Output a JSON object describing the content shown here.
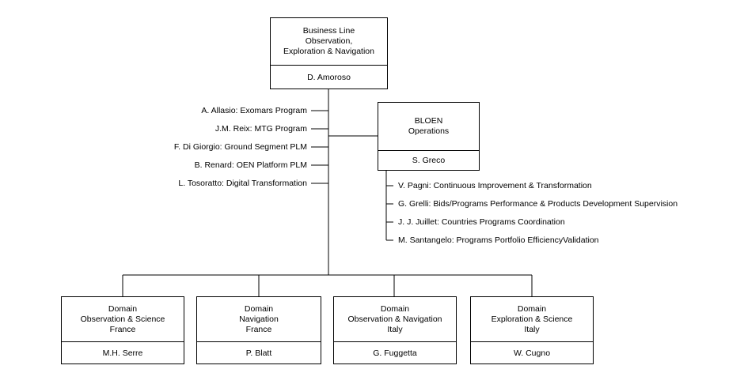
{
  "top": {
    "title": "Business Line\nObservation,\nExploration & Navigation",
    "name": "D. Amoroso"
  },
  "ops": {
    "title": "BLOEN\nOperations",
    "name": "S. Greco"
  },
  "staff_left": [
    "A. Allasio: Exomars Program",
    "J.M. Reix: MTG Program",
    "F. Di Giorgio: Ground Segment PLM",
    "B. Renard: OEN Platform PLM",
    "L. Tosoratto: Digital Transformation"
  ],
  "staff_ops": [
    "V. Pagni: Continuous Improvement & Transformation",
    "G. Grelli: Bids/Programs Performance & Products Development Supervision",
    "J. J. Juillet: Countries Programs Coordination",
    "M. Santangelo: Programs Portfolio EfficiencyValidation"
  ],
  "domains": [
    {
      "title": "Domain\nObservation & Science\nFrance",
      "name": "M.H. Serre"
    },
    {
      "title": "Domain\nNavigation\nFrance",
      "name": "P. Blatt"
    },
    {
      "title": "Domain\nObservation & Navigation\nItaly",
      "name": "G. Fuggetta"
    },
    {
      "title": "Domain\nExploration & Science\nItaly",
      "name": "W. Cugno"
    }
  ]
}
